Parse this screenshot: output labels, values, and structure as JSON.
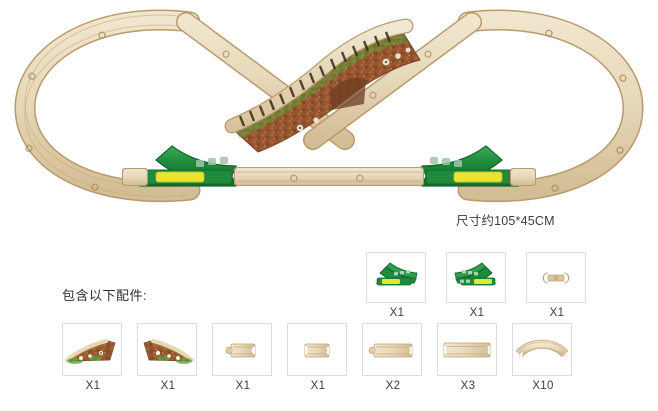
{
  "photo": {
    "alt_name": "wooden-train-track-figure-eight-set",
    "layout": "figure-8 wooden railway track layout with elevated crossing bridge",
    "colors": {
      "wood_light": "#e9dcc0",
      "wood_mid": "#ddc9a3",
      "wood_dark": "#c9ab7c",
      "wood_edge": "#b89a6c",
      "switch_green": "#1f8b3d",
      "switch_green_dark": "#166c2e",
      "switch_green_light": "#35a855",
      "lever_yellow": "#e8e431",
      "rock_brown": "#9b5a32",
      "rock_brown_dark": "#7a4526",
      "grass_green": "#5aa03a",
      "background": "#ffffff"
    }
  },
  "dimension": {
    "text": "尺寸约105*45CM"
  },
  "includes": {
    "heading": "包含以下配件:"
  },
  "parts": {
    "top_row": [
      {
        "name": "switch-track-left",
        "icon": "switch-track-left-icon",
        "qty": "X1"
      },
      {
        "name": "switch-track-right",
        "icon": "switch-track-right-icon",
        "qty": "X1"
      },
      {
        "name": "track-connector",
        "icon": "track-connector-icon",
        "qty": "X1"
      }
    ],
    "bottom_row": [
      {
        "name": "bridge-ramp-left",
        "icon": "bridge-ramp-left-icon",
        "qty": "X1"
      },
      {
        "name": "bridge-ramp-right",
        "icon": "bridge-ramp-right-icon",
        "qty": "X1"
      },
      {
        "name": "short-track-male-end",
        "icon": "short-track-male-icon",
        "qty": "X1"
      },
      {
        "name": "short-track-female-end",
        "icon": "short-track-female-icon",
        "qty": "X1"
      },
      {
        "name": "medium-straight-track",
        "icon": "medium-straight-track-icon",
        "qty": "X2"
      },
      {
        "name": "long-straight-track",
        "icon": "long-straight-track-icon",
        "qty": "X3"
      },
      {
        "name": "curved-track",
        "icon": "curved-track-icon",
        "qty": "X10"
      }
    ]
  }
}
